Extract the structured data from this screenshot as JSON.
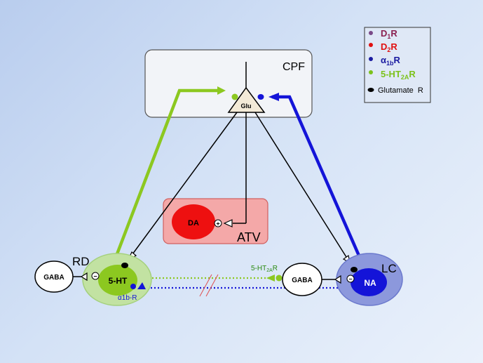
{
  "legend": {
    "items": [
      {
        "base": "D",
        "sub": "1",
        "suffix": "R",
        "color": "#8a2050",
        "dot": "#7a4a88"
      },
      {
        "base": "D",
        "sub": "2",
        "suffix": "R",
        "color": "#e01010",
        "dot": "#e01010"
      },
      {
        "base": "α",
        "sub": "1b",
        "suffix": "R",
        "color": "#1a1aa0",
        "dot": "#1a1aa0"
      },
      {
        "base": "5-HT",
        "sub": "2A",
        "suffix": "R",
        "color": "#7cc21c",
        "dot": "#7cc21c"
      }
    ],
    "glutamate_label": "Glutamate  R"
  },
  "regions": {
    "cpf": "CPF",
    "atv": "ATV",
    "rd": "RD",
    "lc": "LC"
  },
  "neurons": {
    "glu": "Glu",
    "da": "DA",
    "serotonin": "5-HT",
    "na": "NA",
    "gaba_left": "GABA",
    "gaba_right": "GABA"
  },
  "signs": {
    "plus": "+",
    "minus": "−"
  },
  "receptor_labels": {
    "ht2a_base": "5-HT",
    "ht2a_sub": "2A",
    "ht2a_suffix": "R",
    "alpha1b": "α1b-R"
  },
  "colors": {
    "serotonin_green": "#8cc820",
    "noradrenergic_blue": "#1414d8",
    "dopamine_red": "#ee1010"
  }
}
